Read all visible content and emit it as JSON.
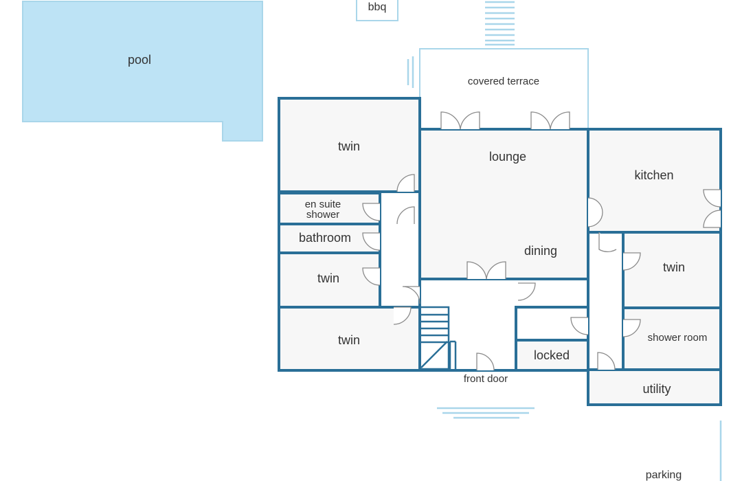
{
  "colors": {
    "wall": "#2a6f97",
    "outdoor_outline": "#a9d6ea",
    "pool_fill": "#bde3f5",
    "room_fill": "#f7f7f7",
    "label": "#333333"
  },
  "rooms": {
    "pool": "pool",
    "bbq": "bbq",
    "covered_terrace": "covered terrace",
    "twin_top_left": "twin",
    "lounge": "lounge",
    "kitchen": "kitchen",
    "en_suite_line1": "en suite",
    "en_suite_line2": "shower",
    "bathroom": "bathroom",
    "dining": "dining",
    "twin_middle_left": "twin",
    "twin_right": "twin",
    "twin_bottom_left": "twin",
    "shower_room": "shower room",
    "locked": "locked",
    "utility": "utility",
    "front_door": "front door",
    "parking": "parking"
  }
}
